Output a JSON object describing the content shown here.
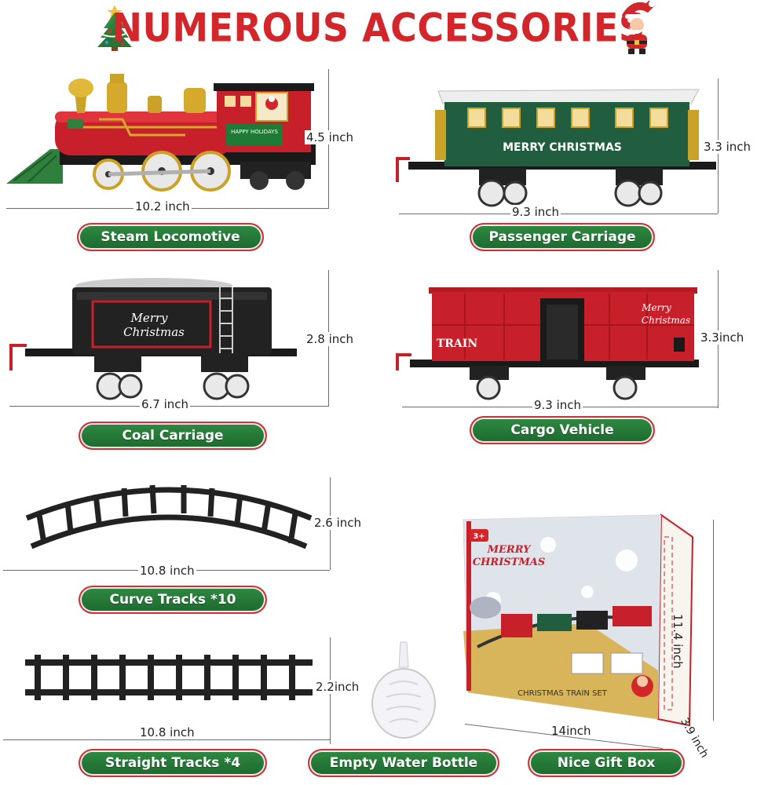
{
  "title": "NUMEROUS ACCESSORIES",
  "items": {
    "steam_locomotive": {
      "label": "Steam Locomotive",
      "width": "10.2 inch",
      "height": "4.5 inch",
      "plate": "HAPPY HOLIDAYS"
    },
    "passenger_carriage": {
      "label": "Passenger Carriage",
      "width": "9.3 inch",
      "height": "3.3 inch",
      "plate": "MERRY CHRISTMAS"
    },
    "coal_carriage": {
      "label": "Coal Carriage",
      "width": "6.7 inch",
      "height": "2.8 inch",
      "plate_line1": "Merry",
      "plate_line2": "Christmas"
    },
    "cargo_vehicle": {
      "label": "Cargo Vehicle",
      "width": "9.3 inch",
      "height": "3.3inch",
      "plate_line1": "Merry",
      "plate_line2": "Christmas",
      "train_text": "TRAIN"
    },
    "curve_tracks": {
      "label": "Curve Tracks *10",
      "width": "10.8 inch",
      "height": "2.6 inch"
    },
    "straight_tracks": {
      "label": "Straight Tracks *4",
      "width": "10.8 inch",
      "height": "2.2inch"
    },
    "water_bottle": {
      "label": "Empty Water Bottle"
    },
    "gift_box": {
      "label": "Nice Gift Box",
      "width": "14inch",
      "height": "11.4 inch",
      "depth": "3.9 inch",
      "box_title": "CHRISTMAS TRAIN SET",
      "age": "3+",
      "box_logo_line1": "MERRY",
      "box_logo_line2": "CHRISTMAS"
    }
  },
  "colors": {
    "title_red": "#d3262b",
    "pill_green": "#1c6a2f",
    "pill_border": "#c9343a"
  },
  "icons": [
    "christmas-tree-icon",
    "santa-icon"
  ]
}
